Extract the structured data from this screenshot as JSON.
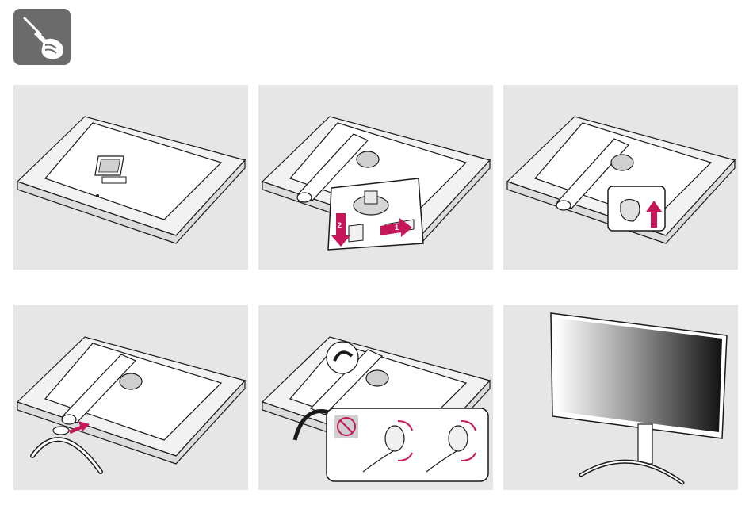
{
  "page": {
    "header_icon": "screwdriver-hand-icon"
  },
  "steps": [
    {
      "id": 1,
      "illustration": "monitor-face-down-on-foam"
    },
    {
      "id": 2,
      "illustration": "attach-stand-body-hinge-callout",
      "callout_labels": [
        "1",
        "2"
      ]
    },
    {
      "id": 3,
      "illustration": "lock-stand-body-callout"
    },
    {
      "id": 4,
      "illustration": "attach-stand-base"
    },
    {
      "id": 5,
      "illustration": "tighten-base-screw-callout"
    },
    {
      "id": 6,
      "illustration": "monitor-standing-upright"
    }
  ],
  "colors": {
    "panel_background": "#e6e6e6",
    "badge_background": "#6b6b6b",
    "accent_arrow": "#c6175a",
    "line": "#1a1a1a"
  }
}
